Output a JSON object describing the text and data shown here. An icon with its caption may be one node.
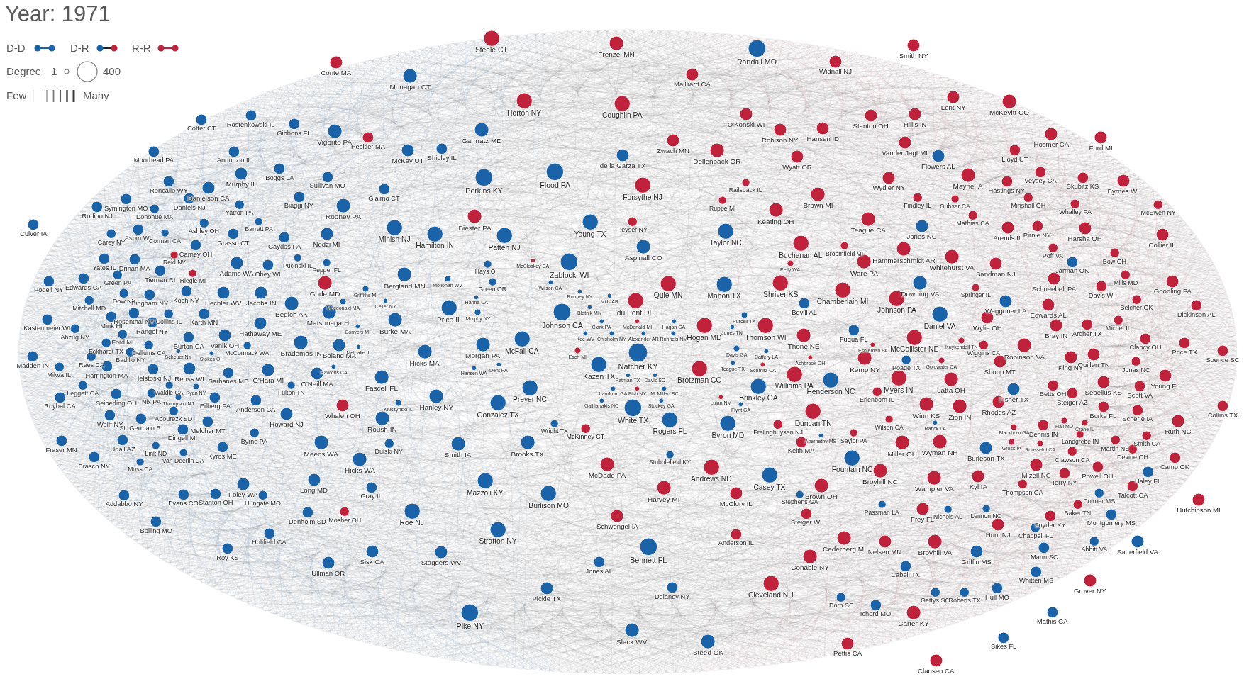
{
  "diagram": {
    "title": "Year: 1971",
    "nodes": [
      {
        "text": [
          "Steele CT"
        ]
      },
      {
        "text": [
          "Frenzel MN"
        ]
      },
      {
        "text": [
          "Smith NY"
        ]
      },
      {
        "text": [
          "Randall MO"
        ]
      },
      {
        "text": [
          "Widnall NJ"
        ]
      },
      {
        "text": [
          "Conte MA"
        ]
      },
      {
        "text": [
          "Mailliard CA"
        ]
      },
      {
        "text": [
          "Monagan CT"
        ]
      },
      {
        "text": [
          "Lent NY"
        ]
      },
      {
        "text": [
          "Horton NY"
        ]
      },
      {
        "text": [
          "McKevitt CO"
        ]
      },
      {
        "text": [
          "Coughlin PA"
        ]
      },
      {
        "text": [
          "O'Konski WI"
        ]
      },
      {
        "text": [
          "Hillis IN"
        ]
      },
      {
        "text": [
          "Rostenkowski IL"
        ]
      },
      {
        "text": [
          "Stanton OH"
        ]
      },
      {
        "text": [
          "Cotter CT"
        ]
      },
      {
        "text": [
          "Gibbons FL"
        ]
      },
      {
        "text": [
          "Hansen ID"
        ]
      },
      {
        "text": [
          "Robison NY"
        ]
      },
      {
        "text": [
          "Garmatz MD"
        ]
      },
      {
        "text": [
          "Vigorito PA"
        ]
      },
      {
        "text": [
          "Hosmer CA"
        ]
      },
      {
        "text": [
          "Heckler MA"
        ]
      },
      {
        "text": [
          "Ford MI"
        ]
      },
      {
        "text": [
          "Zwach MN"
        ]
      },
      {
        "text": [
          "Vander Jagt MI"
        ]
      },
      {
        "text": [
          "Shipley IL"
        ]
      },
      {
        "text": [
          "McKay UT"
        ]
      },
      {
        "text": [
          "Dellenback OR"
        ]
      },
      {
        "text": [
          "Lloyd UT"
        ]
      },
      {
        "text": [
          "Moorhead PA"
        ]
      },
      {
        "text": [
          "Annunzio IL"
        ]
      },
      {
        "text": [
          "de la Garza TX"
        ]
      },
      {
        "text": [
          "Flowers AL"
        ]
      },
      {
        "text": [
          "Wyatt OR"
        ]
      },
      {
        "text": [
          "Boggs LA"
        ]
      },
      {
        "text": [
          "Flood PA"
        ]
      },
      {
        "text": [
          "Veysey CA"
        ]
      },
      {
        "text": [
          "Murphy IL"
        ]
      },
      {
        "text": [
          "Mayne IA"
        ]
      },
      {
        "text": [
          "Sullivan MO"
        ]
      },
      {
        "text": [
          "Perkins KY"
        ]
      },
      {
        "text": [
          "Wydler NY"
        ]
      },
      {
        "text": [
          "Skubitz KS"
        ]
      },
      {
        "text": [
          "Byrnes WI"
        ]
      },
      {
        "text": [
          "Roncalio WY"
        ]
      },
      {
        "text": [
          "Hastings NY"
        ]
      },
      {
        "text": [
          "Railsback IL"
        ]
      },
      {
        "text": [
          "Forsythe NJ"
        ]
      },
      {
        "text": [
          "Danielson CA"
        ]
      },
      {
        "text": [
          "Giaimo CT"
        ]
      },
      {
        "text": [
          "Brown MI"
        ]
      },
      {
        "text": [
          "Biaggi NY"
        ]
      },
      {
        "text": [
          "Findley IL"
        ]
      },
      {
        "text": [
          "Minshall OH"
        ]
      },
      {
        "text": [
          "Daniels NJ"
        ]
      },
      {
        "text": [
          "Gubser CA"
        ]
      },
      {
        "text": [
          "Ruppe MI"
        ]
      },
      {
        "text": [
          "Symington MO"
        ]
      },
      {
        "text": [
          "Whalley PA"
        ]
      },
      {
        "text": [
          "Yatron PA"
        ]
      },
      {
        "text": [
          "McEwen NY"
        ]
      },
      {
        "text": [
          "Rooney PA"
        ]
      },
      {
        "text": [
          "Donohue MA"
        ]
      },
      {
        "text": [
          "Rodino NJ"
        ]
      },
      {
        "text": [
          "Keating OH"
        ]
      },
      {
        "text": [
          "Mathias CA"
        ]
      },
      {
        "text": [
          "Biester PA"
        ]
      },
      {
        "text": [
          "Teague CA"
        ]
      },
      {
        "text": [
          "Barrett PA"
        ]
      },
      {
        "text": [
          "Peyser NY"
        ]
      },
      {
        "text": [
          "Young TX"
        ]
      },
      {
        "text": [
          "Ashley OH"
        ]
      },
      {
        "text": [
          "Culver IA"
        ]
      },
      {
        "text": [
          "Pirnie NY"
        ]
      },
      {
        "text": [
          "Jones NC"
        ]
      },
      {
        "text": [
          "Arends IL"
        ]
      },
      {
        "text": [
          "Minish NJ"
        ]
      },
      {
        "text": [
          "Harsha OH"
        ]
      },
      {
        "text": [
          "Aspin WI"
        ]
      },
      {
        "text": [
          "Taylor NC"
        ]
      },
      {
        "text": [
          "Corman CA"
        ]
      },
      {
        "text": [
          "Carey NY"
        ]
      },
      {
        "text": [
          "Grasso CT"
        ]
      },
      {
        "text": [
          "Nedzi MI"
        ]
      },
      {
        "text": [
          "Hamilton IN"
        ]
      },
      {
        "text": [
          "Collier IL"
        ]
      },
      {
        "text": [
          "Patten NJ"
        ]
      },
      {
        "text": [
          "Gaydos PA"
        ]
      },
      {
        "text": [
          "Buchanan AL"
        ]
      },
      {
        "text": [
          "Carney OH"
        ]
      },
      {
        "text": [
          "Broomfield MI"
        ]
      },
      {
        "text": [
          "Aspinall CO"
        ]
      },
      {
        "text": [
          "Poff VA"
        ]
      },
      {
        "text": [
          "Hammerschmidt AR"
        ]
      },
      {
        "text": [
          "Bow OH"
        ]
      },
      {
        "text": [
          "Reid NY"
        ]
      },
      {
        "text": [
          "Whitehurst VA"
        ]
      },
      {
        "text": [
          "Pucinski IL"
        ]
      },
      {
        "text": [
          "Yates IL"
        ]
      },
      {
        "text": [
          "Drinan MA"
        ]
      },
      {
        "text": [
          "McCloskey CA"
        ]
      },
      {
        "text": [
          "Zablocki WI"
        ]
      },
      {
        "text": [
          "Ware PA"
        ]
      },
      {
        "text": [
          "Jarman OK"
        ]
      },
      {
        "text": [
          "Adams WA"
        ]
      },
      {
        "text": [
          "Pepper FL"
        ]
      },
      {
        "text": [
          "Pelly WA"
        ]
      },
      {
        "text": [
          "Sandman NJ"
        ]
      },
      {
        "text": [
          "Hays OH"
        ]
      },
      {
        "text": [
          "Obey WI"
        ]
      },
      {
        "text": [
          "Tiernan RI"
        ]
      },
      {
        "text": [
          "Riegle MI"
        ]
      },
      {
        "text": [
          "Green PA"
        ]
      },
      {
        "text": [
          "Mills MD"
        ]
      },
      {
        "text": [
          "Bergland MN"
        ]
      },
      {
        "text": [
          "Edwards CA"
        ]
      },
      {
        "text": [
          "Schneebeli PA"
        ]
      },
      {
        "text": [
          "Mollohan WV"
        ]
      },
      {
        "text": [
          "Podell NY"
        ]
      },
      {
        "text": [
          "Goodling PA"
        ]
      },
      {
        "text": [
          "Green OR"
        ]
      },
      {
        "text": [
          "Wilson CA"
        ]
      },
      {
        "text": [
          "Gude MD"
        ]
      },
      {
        "text": [
          "Downing VA"
        ]
      },
      {
        "text": [
          "Shriver KS"
        ]
      },
      {
        "text": [
          "Quie MN"
        ]
      },
      {
        "text": [
          "Mahon TX"
        ]
      },
      {
        "text": [
          "Springer IL"
        ]
      },
      {
        "text": [
          "Davis WI"
        ]
      },
      {
        "text": [
          "Griffiths MI"
        ]
      },
      {
        "text": [
          "Chamberlain MI"
        ]
      },
      {
        "text": [
          "Koch NY"
        ]
      },
      {
        "text": [
          "Hanna CA"
        ]
      },
      {
        "text": [
          "Dow NY"
        ]
      },
      {
        "text": [
          "Hechler WV"
        ]
      },
      {
        "text": [
          "Jacobs IN"
        ]
      },
      {
        "text": [
          "Rooney NY"
        ]
      },
      {
        "text": [
          "Bingham NY"
        ]
      },
      {
        "text": [
          "Celler NY"
        ]
      },
      {
        "text": [
          "Mills AR"
        ]
      },
      {
        "text": [
          "Johnson PA"
        ]
      },
      {
        "text": [
          "Belcher OK"
        ]
      },
      {
        "text": [
          "Mitchell MD"
        ]
      },
      {
        "text": [
          "du Pont DE"
        ]
      },
      {
        "text": [
          "Waggoner LA"
        ]
      },
      {
        "text": [
          "Macdonald MA"
        ]
      },
      {
        "text": [
          "Blatnik MN"
        ]
      },
      {
        "text": [
          "Clark PA"
        ]
      },
      {
        "text": [
          "Begich AK"
        ]
      },
      {
        "text": [
          "Bevill AL"
        ]
      },
      {
        "text": [
          "Murphy NY"
        ]
      },
      {
        "text": [
          "Edwards AL"
        ]
      },
      {
        "text": [
          "Dickinson AL"
        ]
      },
      {
        "text": [
          "Price IL"
        ]
      },
      {
        "text": [
          "Kee WV"
        ]
      },
      {
        "text": [
          "Matsunaga HI"
        ]
      },
      {
        "text": [
          "Johnson CA"
        ]
      },
      {
        "text": [
          "Rosenthal NY"
        ]
      },
      {
        "text": [
          "Collins IL"
        ]
      },
      {
        "text": [
          "Karth MN"
        ]
      },
      {
        "text": [
          "Chisholm NY"
        ]
      },
      {
        "text": [
          "Daniel VA"
        ]
      },
      {
        "text": [
          "Conyers MI"
        ]
      },
      {
        "text": [
          "Mink HI"
        ]
      },
      {
        "text": [
          "Purcell TX"
        ]
      },
      {
        "text": [
          "Hagan GA"
        ]
      },
      {
        "text": [
          "Wylie OH"
        ]
      },
      {
        "text": [
          "Kastenmeier WI"
        ]
      },
      {
        "text": [
          "McDonald MI"
        ]
      },
      {
        "text": [
          "Runnels NM"
        ]
      },
      {
        "text": [
          "Burke MA"
        ]
      },
      {
        "text": [
          "Michel IL"
        ]
      },
      {
        "text": [
          "Rangel NY"
        ]
      },
      {
        "text": [
          "Hathaway ME"
        ]
      },
      {
        "text": [
          "Archer TX"
        ]
      },
      {
        "text": [
          "Alexander AR"
        ]
      },
      {
        "text": [
          "Bray IN"
        ]
      },
      {
        "text": [
          "Thomson WI"
        ]
      },
      {
        "text": [
          "Hogan MD"
        ]
      },
      {
        "text": [
          "Jones TN"
        ]
      },
      {
        "text": [
          "Abzug NY"
        ]
      },
      {
        "text": [
          "Fuqua FL"
        ]
      },
      {
        "text": [
          "Ford MI"
        ]
      },
      {
        "text": [
          "Thone NE"
        ]
      },
      {
        "text": [
          "Vanik OH"
        ]
      },
      {
        "text": [
          "Burton CA"
        ]
      },
      {
        "text": [
          "McCollister NE"
        ]
      },
      {
        "text": [
          "Clancy OH"
        ]
      },
      {
        "text": [
          "McFall CA"
        ]
      },
      {
        "text": [
          "Brademas IN"
        ]
      },
      {
        "text": [
          "Eckhardt TX"
        ]
      },
      {
        "text": [
          "Price TX"
        ]
      },
      {
        "text": [
          "McCormack WA"
        ]
      },
      {
        "text": [
          "Morgan PA"
        ]
      },
      {
        "text": [
          "Kuykendall TN"
        ]
      },
      {
        "text": [
          "Dellums CA"
        ]
      },
      {
        "text": [
          "Wiggins CA"
        ]
      },
      {
        "text": [
          "Boland MA"
        ]
      },
      {
        "text": [
          "Robinson VA"
        ]
      },
      {
        "text": [
          "Metcalfe IL"
        ]
      },
      {
        "text": [
          "Davis GA"
        ]
      },
      {
        "text": [
          "Natcher KY"
        ]
      },
      {
        "text": [
          "Eshleman PA"
        ]
      },
      {
        "text": [
          "Esch MI"
        ]
      },
      {
        "text": [
          "Spence SC"
        ]
      },
      {
        "text": [
          "Hicks MA"
        ]
      },
      {
        "text": [
          "Stokes OH"
        ]
      },
      {
        "text": [
          "Badillo NY"
        ]
      },
      {
        "text": [
          "Caffery LA"
        ]
      },
      {
        "text": [
          "Madden IN"
        ]
      },
      {
        "text": [
          "Rees CA"
        ]
      },
      {
        "text": [
          "Quillen TN"
        ]
      },
      {
        "text": [
          "Ashbrook OH"
        ]
      },
      {
        "text": [
          "Dent PA"
        ]
      },
      {
        "text": [
          "King NY"
        ]
      },
      {
        "text": [
          "Kemp NY"
        ]
      },
      {
        "text": [
          "Teague TX"
        ]
      },
      {
        "text": [
          "Poage TX"
        ]
      },
      {
        "text": [
          "Goldwater CA"
        ]
      },
      {
        "text": [
          "Shoup MT"
        ]
      },
      {
        "text": [
          "Jonas NC"
        ]
      },
      {
        "text": [
          "Kazen TX"
        ]
      },
      {
        "text": [
          "Patman TX"
        ]
      },
      {
        "text": [
          "Davis SC"
        ]
      },
      {
        "text": [
          "Schmitz CA"
        ]
      },
      {
        "text": [
          "Mikva IL"
        ]
      },
      {
        "text": [
          "Hawkins CA"
        ]
      },
      {
        "text": [
          "Hansen WA"
        ]
      },
      {
        "text": [
          "Harrington MA"
        ]
      },
      {
        "text": [
          "Reuss WI"
        ]
      },
      {
        "text": [
          "Brotzman CO"
        ]
      },
      {
        "text": [
          "Helstoski NJ"
        ]
      },
      {
        "text": [
          "O'Hara MI"
        ]
      },
      {
        "text": [
          "Sarbanes MD"
        ]
      },
      {
        "text": [
          "McMillan SC"
        ]
      },
      {
        "text": [
          "O'Neill MA"
        ]
      },
      {
        "text": [
          "Williams PA"
        ]
      },
      {
        "text": [
          "Young FL"
        ]
      },
      {
        "text": [
          "Landrum GA"
        ]
      },
      {
        "text": [
          "Latta OH"
        ]
      },
      {
        "text": [
          "Fascell FL"
        ]
      },
      {
        "text": [
          "Fish NY"
        ]
      },
      {
        "text": [
          "Myers IN"
        ]
      },
      {
        "text": [
          "Waldie CA"
        ]
      },
      {
        "text": [
          "Henderson NC"
        ]
      },
      {
        "text": [
          "Fulton TN"
        ]
      },
      {
        "text": [
          "Sebelius KS"
        ]
      },
      {
        "text": [
          "Galifianakis NC"
        ]
      },
      {
        "text": [
          "Stuckey GA"
        ]
      },
      {
        "text": [
          "Betts OH"
        ]
      },
      {
        "text": [
          "Brinkley GA"
        ]
      },
      {
        "text": [
          "Scott VA"
        ]
      },
      {
        "text": [
          "Ryan NY"
        ]
      },
      {
        "text": [
          "Preyer NC"
        ]
      },
      {
        "text": [
          "Fisher TX"
        ]
      },
      {
        "text": [
          "Leggett CA"
        ]
      },
      {
        "text": [
          "Erlenborn IL"
        ]
      },
      {
        "text": [
          "Seiberling OH"
        ]
      },
      {
        "text": [
          "Nix PA"
        ]
      },
      {
        "text": [
          "Thompson NJ"
        ]
      },
      {
        "text": [
          "Steiger AZ"
        ]
      },
      {
        "text": [
          "Hanley NY"
        ]
      },
      {
        "text": [
          "Roybal CA"
        ]
      },
      {
        "text": [
          "Eilberg PA"
        ]
      },
      {
        "text": [
          "Flynt GA"
        ]
      },
      {
        "text": [
          "Lujan NM"
        ]
      },
      {
        "text": [
          "Anderson CA"
        ]
      },
      {
        "text": [
          "Rhodes AZ"
        ]
      },
      {
        "text": [
          "Kluczynski IL"
        ]
      },
      {
        "text": [
          "Gonzalez TX"
        ]
      },
      {
        "text": [
          "White TX"
        ]
      },
      {
        "text": [
          "Winn KS"
        ]
      },
      {
        "text": [
          "Whalen OH"
        ]
      },
      {
        "text": [
          "Zion IN"
        ]
      },
      {
        "text": [
          "Collins TX"
        ]
      },
      {
        "text": [
          "Burke FL"
        ]
      },
      {
        "text": [
          "Scherle IA"
        ]
      },
      {
        "text": [
          "Abourezk SD"
        ]
      },
      {
        "text": [
          "Duncan TN"
        ]
      },
      {
        "text": [
          "Howard NJ"
        ]
      },
      {
        "text": [
          "Wolff NY"
        ]
      },
      {
        "text": [
          "Roush IN"
        ]
      },
      {
        "text": [
          "St. Germain RI"
        ]
      },
      {
        "text": [
          "Rogers FL"
        ]
      },
      {
        "text": [
          "Wilson CA"
        ]
      },
      {
        "text": [
          "Hall MO"
        ]
      },
      {
        "text": [
          "Crane IL"
        ]
      },
      {
        "text": [
          "Ruth NC"
        ]
      },
      {
        "text": [
          "Melcher MT"
        ]
      },
      {
        "text": [
          "Rarick LA"
        ]
      },
      {
        "text": [
          "Wright TX"
        ]
      },
      {
        "text": [
          "Byron MD"
        ]
      },
      {
        "text": [
          "Frelinghuysen NJ"
        ]
      },
      {
        "text": [
          "Dennis IN"
        ]
      },
      {
        "text": [
          "Blackburn GA"
        ]
      },
      {
        "text": [
          "McKinney CT"
        ]
      },
      {
        "text": [
          "Dingell MI"
        ]
      },
      {
        "text": [
          "Saylor PA"
        ]
      },
      {
        "text": [
          "Byrne PA"
        ]
      },
      {
        "text": [
          "Abernethy MS"
        ]
      },
      {
        "text": [
          "Landgrebe IN"
        ]
      },
      {
        "text": [
          "Smith CA"
        ]
      },
      {
        "text": [
          "Martin NE"
        ]
      },
      {
        "text": [
          "Udall AZ"
        ]
      },
      {
        "text": [
          "Devine OH"
        ]
      },
      {
        "text": [
          "Fraser MN"
        ]
      },
      {
        "text": [
          "Gross IA"
        ]
      },
      {
        "text": [
          "Wyman NH"
        ]
      },
      {
        "text": [
          "Keith MA"
        ]
      },
      {
        "text": [
          "Meeds WA"
        ]
      },
      {
        "text": [
          "Miller OH"
        ]
      },
      {
        "text": [
          "Smith IA"
        ]
      },
      {
        "text": [
          "Brooks TX"
        ]
      },
      {
        "text": [
          "Dulski NY"
        ]
      },
      {
        "text": [
          "Rousselot CA"
        ]
      },
      {
        "text": [
          "Kyros ME"
        ]
      },
      {
        "text": [
          "Burleson TX"
        ]
      },
      {
        "text": [
          "Clawson CA"
        ]
      },
      {
        "text": [
          "Van Deerlin CA"
        ]
      },
      {
        "text": [
          "Link ND"
        ]
      },
      {
        "text": [
          "Stubblefield KY"
        ]
      },
      {
        "text": [
          "Brasco NY"
        ]
      },
      {
        "text": [
          "Fountain NC"
        ]
      },
      {
        "text": [
          "Camp OK"
        ]
      },
      {
        "text": [
          "Hicks WA"
        ]
      },
      {
        "text": [
          "Moss CA"
        ]
      },
      {
        "text": [
          "McDade PA"
        ]
      },
      {
        "text": [
          "Mizell NC"
        ]
      },
      {
        "text": [
          "Andrews ND"
        ]
      },
      {
        "text": [
          "Powell OH"
        ]
      },
      {
        "text": [
          "Broyhill NC"
        ]
      },
      {
        "text": [
          "Haley FL"
        ]
      },
      {
        "text": [
          "Terry NY"
        ]
      },
      {
        "text": [
          "Casey TX"
        ]
      },
      {
        "text": [
          "Kyl IA"
        ]
      },
      {
        "text": [
          "Wampler VA"
        ]
      },
      {
        "text": [
          "Long MD"
        ]
      },
      {
        "text": [
          "Mazzoli KY"
        ]
      },
      {
        "text": [
          "Foley WA"
        ]
      },
      {
        "text": [
          "Thompson GA"
        ]
      },
      {
        "text": [
          "Brown OH"
        ]
      },
      {
        "text": [
          "Gray IL"
        ]
      },
      {
        "text": [
          "Harvey MI"
        ]
      },
      {
        "text": [
          "Talcott CA"
        ]
      },
      {
        "text": [
          "Colmer MS"
        ]
      },
      {
        "text": [
          "McClory IL"
        ]
      },
      {
        "text": [
          "Burlison MO"
        ]
      },
      {
        "text": [
          "Stanton OH"
        ]
      },
      {
        "text": [
          "Stephens GA"
        ]
      },
      {
        "text": [
          "Evans CO"
        ]
      },
      {
        "text": [
          "Addabbo NY"
        ]
      },
      {
        "text": [
          "Hungate MO"
        ]
      },
      {
        "text": [
          "Hutchinson MI"
        ]
      },
      {
        "text": [
          "Baker TN"
        ]
      },
      {
        "text": [
          "Passman LA"
        ]
      },
      {
        "text": [
          "Frey FL"
        ]
      },
      {
        "text": [
          "Nichols AL"
        ]
      },
      {
        "text": [
          "Lennon NC"
        ]
      },
      {
        "text": [
          "Roe NJ"
        ]
      },
      {
        "text": [
          "Mosher OH"
        ]
      },
      {
        "text": [
          "Denholm SD"
        ]
      },
      {
        "text": [
          "Steiger WI"
        ]
      },
      {
        "text": [
          "Montgomery MS"
        ]
      },
      {
        "text": [
          "Schwengel IA"
        ]
      },
      {
        "text": [
          "Snyder KY"
        ]
      },
      {
        "text": [
          "Bolling MO"
        ]
      },
      {
        "text": [
          "Hunt NJ"
        ]
      },
      {
        "text": [
          "Chappell FL"
        ]
      },
      {
        "text": [
          "Stratton NY"
        ]
      },
      {
        "text": [
          "Holifield CA"
        ]
      },
      {
        "text": [
          "Anderson IL"
        ]
      },
      {
        "text": [
          "Cederberg MI"
        ]
      },
      {
        "text": [
          "Nelsen MN"
        ]
      },
      {
        "text": [
          "Broyhill VA"
        ]
      },
      {
        "text": [
          "Abbitt VA"
        ]
      },
      {
        "text": [
          "Satterfield VA"
        ]
      },
      {
        "text": [
          "Bennett FL"
        ]
      },
      {
        "text": [
          "Mann SC"
        ]
      },
      {
        "text": [
          "Roy KS"
        ]
      },
      {
        "text": [
          "Griffin MS"
        ]
      },
      {
        "text": [
          "Sisk CA"
        ]
      },
      {
        "text": [
          "Staggers WV"
        ]
      },
      {
        "text": [
          "Conable NY"
        ]
      },
      {
        "text": [
          "Jones AL"
        ]
      },
      {
        "text": [
          "Ullman OR"
        ]
      },
      {
        "text": [
          "Cabell TX"
        ]
      },
      {
        "text": [
          "Whitten MS"
        ]
      },
      {
        "text": [
          "Grover NY"
        ]
      },
      {
        "text": [
          "Cleveland NH"
        ]
      },
      {
        "text": [
          "Delaney NY"
        ]
      },
      {
        "text": [
          "Hull MO"
        ]
      },
      {
        "text": [
          "Pickle TX"
        ]
      },
      {
        "text": [
          "Gettys SC"
        ]
      },
      {
        "text": [
          "Roberts TX"
        ]
      },
      {
        "text": [
          "Dorn SC"
        ]
      },
      {
        "text": [
          "Ichord MO"
        ]
      },
      {
        "text": [
          "Carter KY"
        ]
      },
      {
        "text": [
          "Pike NY"
        ]
      },
      {
        "text": [
          "Mathis GA"
        ]
      },
      {
        "text": [
          "Slack WV"
        ]
      },
      {
        "text": [
          "Sikes FL"
        ]
      },
      {
        "text": [
          "Steed OK"
        ]
      },
      {
        "text": [
          "Pettis CA"
        ]
      },
      {
        "text": [
          "Clausen CA"
        ]
      },
      {
        "text": [
          "Scheuer NY"
        ]
      }
    ],
    "labels": [
      "Degree",
      "Few",
      "Many"
    ],
    "legend": [
      {
        "text": "D-D"
      },
      {
        "text": "D-R"
      },
      {
        "text": "R-R"
      },
      {
        "text": "1"
      },
      {
        "text": "400"
      }
    ]
  }
}
